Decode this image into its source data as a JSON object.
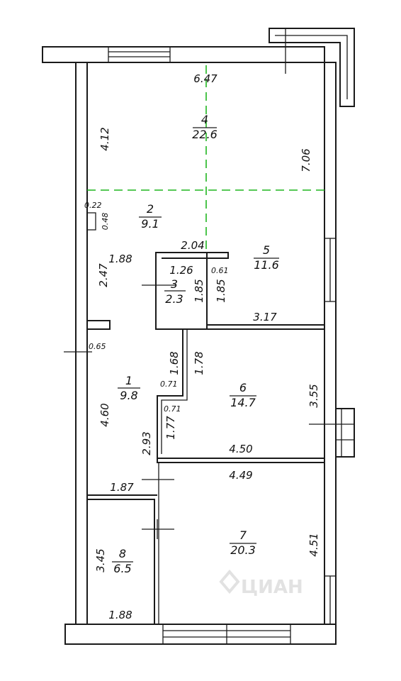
{
  "colors": {
    "walls": "#1a1a1a",
    "zone_divider": "#1fb51f",
    "watermark": "#e2e2e2"
  },
  "rooms": [
    {
      "num": "1",
      "area": "9.8"
    },
    {
      "num": "2",
      "area": "9.1"
    },
    {
      "num": "3",
      "area": "2.3"
    },
    {
      "num": "4",
      "area": "22.6"
    },
    {
      "num": "5",
      "area": "11.6"
    },
    {
      "num": "6",
      "area": "14.7"
    },
    {
      "num": "7",
      "area": "20.3"
    },
    {
      "num": "8",
      "area": "6.5"
    }
  ],
  "dims": {
    "d_6_47": "6.47",
    "d_4_12": "4.12",
    "d_7_06": "7.06",
    "d_0_22": "0.22",
    "d_0_48": "0.48",
    "d_2_04": "2.04",
    "d_1_88_a": "1.88",
    "d_2_47": "2.47",
    "d_1_26": "1.26",
    "d_1_85_a": "1.85",
    "d_0_61": "0.61",
    "d_1_85_b": "1.85",
    "d_3_17": "3.17",
    "d_0_65": "0.65",
    "d_1_68": "1.68",
    "d_1_78": "1.78",
    "d_0_71_a": "0.71",
    "d_3_55": "3.55",
    "d_4_60": "4.60",
    "d_0_71_b": "0.71",
    "d_1_77": "1.77",
    "d_2_93": "2.93",
    "d_4_50": "4.50",
    "d_4_49": "4.49",
    "d_1_87": "1.87",
    "d_4_51": "4.51",
    "d_3_45": "3.45",
    "d_1_88_b": "1.88"
  },
  "watermark": {
    "text": "ЦИАН"
  }
}
